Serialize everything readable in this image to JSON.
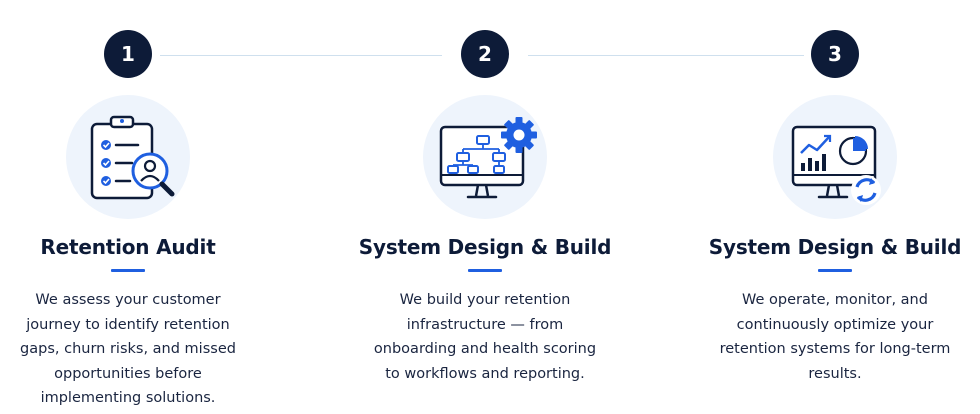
{
  "steps": [
    {
      "number": "1",
      "icon": "clipboard-search-icon",
      "title": "Retention Audit",
      "description": "We assess your customer journey to identify retention gaps, churn risks, and missed opportunities before implementing solutions."
    },
    {
      "number": "2",
      "icon": "monitor-flowchart-gear-icon",
      "title": "System Design & Build",
      "description": "We build your retention infrastructure — from onboarding and health scoring to workflows and reporting."
    },
    {
      "number": "3",
      "icon": "monitor-analytics-refresh-icon",
      "title": "System Design & Build",
      "description": "We operate, monitor, and continuously optimize your retention systems for long-term results."
    }
  ],
  "colors": {
    "badge": "#0d1b38",
    "accent": "#1f5fe0",
    "icon_bg": "#eef4fc",
    "connector": "#cfe0ee"
  }
}
